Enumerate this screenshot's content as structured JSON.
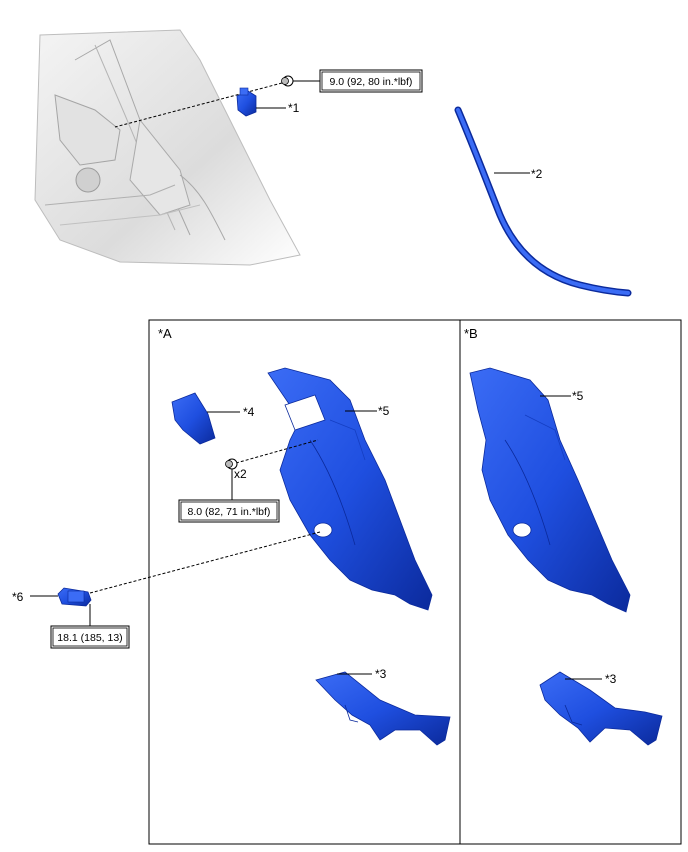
{
  "torque_specs": {
    "upper": "9.0 (92, 80 in.*lbf)",
    "middle": "8.0 (82, 71 in.*lbf)",
    "lower": "18.1 (185, 13)"
  },
  "quantity": "x2",
  "part_labels": {
    "p1": "*1",
    "p2": "*2",
    "p3a": "*3",
    "p3b": "*3",
    "p4": "*4",
    "p5a": "*5",
    "p5b": "*5",
    "p6": "*6"
  },
  "panels": {
    "a": "*A",
    "b": "*B"
  },
  "colors": {
    "part_blue": "#1f4fe0",
    "part_dark": "#0b2a9c",
    "vehicle_gray": "#d8d8d8"
  }
}
